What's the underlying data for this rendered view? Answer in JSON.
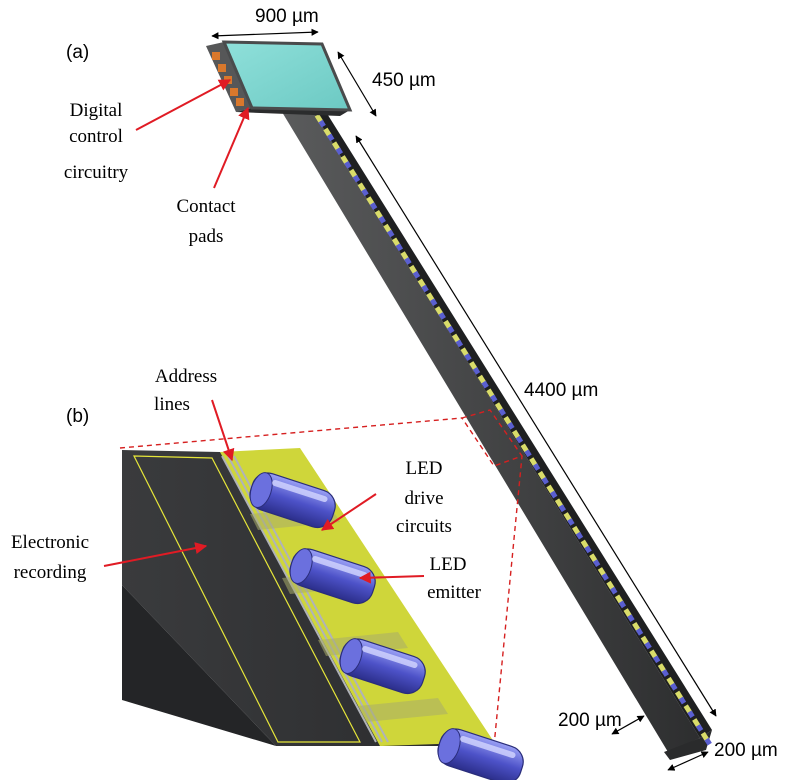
{
  "panels": {
    "a": "(a)",
    "b": "(b)"
  },
  "dimensions": {
    "width": "900 µm",
    "depth": "450 µm",
    "length": "4400 µm",
    "shank_width": "200 µm",
    "shank_thickness": "200 µm"
  },
  "labels": {
    "digital_control": [
      "Digital",
      "control",
      "circuitry"
    ],
    "contact_pads": [
      "Contact",
      "pads"
    ],
    "address_lines": [
      "Address",
      "lines"
    ],
    "led_drive": [
      "LED",
      "drive",
      "circuits"
    ],
    "led_emitter": [
      "LED",
      "emitter"
    ],
    "electronic_recording": [
      "Electronic",
      "recording"
    ]
  },
  "colors": {
    "annotation_arrow": "#e01b24",
    "zoom_outline": "#d62020",
    "head_top": "#7fd6d0",
    "contact_pad": "#d9782c",
    "shank": "#3c3d3e",
    "led_pad": "#d9dc6a",
    "led_emitter": "#5a5fd0",
    "drive_circuit": "#c8d22a",
    "recording_trace": "#e6e63a"
  }
}
